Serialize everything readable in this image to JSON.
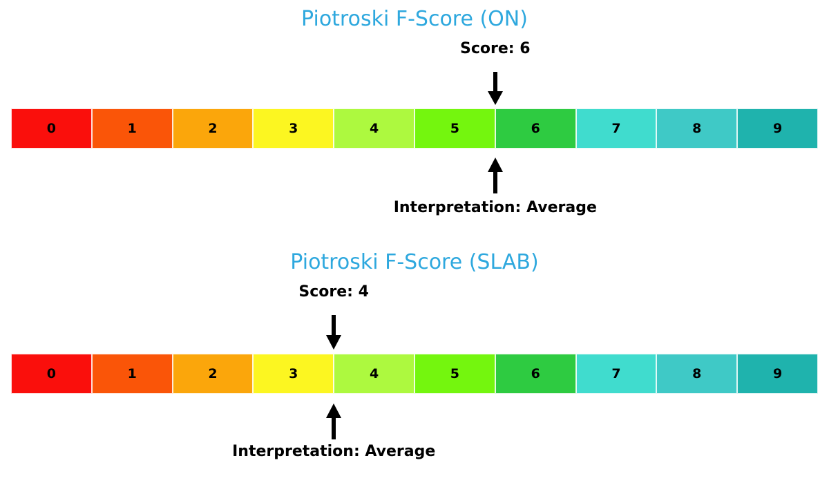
{
  "chart_data": [
    {
      "type": "bar",
      "title": "Piotroski F-Score (ON)",
      "score_label": "Score: 6",
      "interpretation_label": "Interpretation: Average",
      "score": 6,
      "interpretation": "Average",
      "categories": [
        "0",
        "1",
        "2",
        "3",
        "4",
        "5",
        "6",
        "7",
        "8",
        "9"
      ],
      "values": [
        0,
        1,
        2,
        3,
        4,
        5,
        6,
        7,
        8,
        9
      ],
      "cell_colors": [
        "#fa0f0c",
        "#fa5508",
        "#fba60b",
        "#fcf621",
        "#adf93f",
        "#74f60e",
        "#2ecb41",
        "#40dcce",
        "#3fc9c6",
        "#1fb3ad"
      ],
      "xlabel": "",
      "ylabel": "",
      "legend": "none",
      "grid": false
    },
    {
      "type": "bar",
      "title": "Piotroski F-Score (SLAB)",
      "score_label": "Score: 4",
      "interpretation_label": "Interpretation: Average",
      "score": 4,
      "interpretation": "Average",
      "categories": [
        "0",
        "1",
        "2",
        "3",
        "4",
        "5",
        "6",
        "7",
        "8",
        "9"
      ],
      "values": [
        0,
        1,
        2,
        3,
        4,
        5,
        6,
        7,
        8,
        9
      ],
      "cell_colors": [
        "#fa0f0c",
        "#fa5508",
        "#fba60b",
        "#fcf621",
        "#adf93f",
        "#74f60e",
        "#2ecb41",
        "#40dcce",
        "#3fc9c6",
        "#1fb3ad"
      ],
      "xlabel": "",
      "ylabel": "",
      "legend": "none",
      "grid": false
    }
  ],
  "colors": {
    "title": "#2ea8de",
    "text": "#000000",
    "background": "#ffffff",
    "arrow": "#000000"
  },
  "charts": [
    {
      "title": "Piotroski F-Score (ON)",
      "score_label": "Score: 6",
      "interpretation_label": "Interpretation: Average",
      "cells": [
        {
          "label": "0",
          "color": "#fa0f0c"
        },
        {
          "label": "1",
          "color": "#fa5508"
        },
        {
          "label": "2",
          "color": "#fba60b"
        },
        {
          "label": "3",
          "color": "#fcf621"
        },
        {
          "label": "4",
          "color": "#adf93f"
        },
        {
          "label": "5",
          "color": "#74f60e"
        },
        {
          "label": "6",
          "color": "#2ecb41"
        },
        {
          "label": "7",
          "color": "#40dcce"
        },
        {
          "label": "8",
          "color": "#3fc9c6"
        },
        {
          "label": "9",
          "color": "#1fb3ad"
        }
      ],
      "marker_index": 6
    },
    {
      "title": "Piotroski F-Score (SLAB)",
      "score_label": "Score: 4",
      "interpretation_label": "Interpretation: Average",
      "cells": [
        {
          "label": "0",
          "color": "#fa0f0c"
        },
        {
          "label": "1",
          "color": "#fa5508"
        },
        {
          "label": "2",
          "color": "#fba60b"
        },
        {
          "label": "3",
          "color": "#fcf621"
        },
        {
          "label": "4",
          "color": "#adf93f"
        },
        {
          "label": "5",
          "color": "#74f60e"
        },
        {
          "label": "6",
          "color": "#2ecb41"
        },
        {
          "label": "7",
          "color": "#40dcce"
        },
        {
          "label": "8",
          "color": "#3fc9c6"
        },
        {
          "label": "9",
          "color": "#1fb3ad"
        }
      ],
      "marker_index": 4
    }
  ]
}
